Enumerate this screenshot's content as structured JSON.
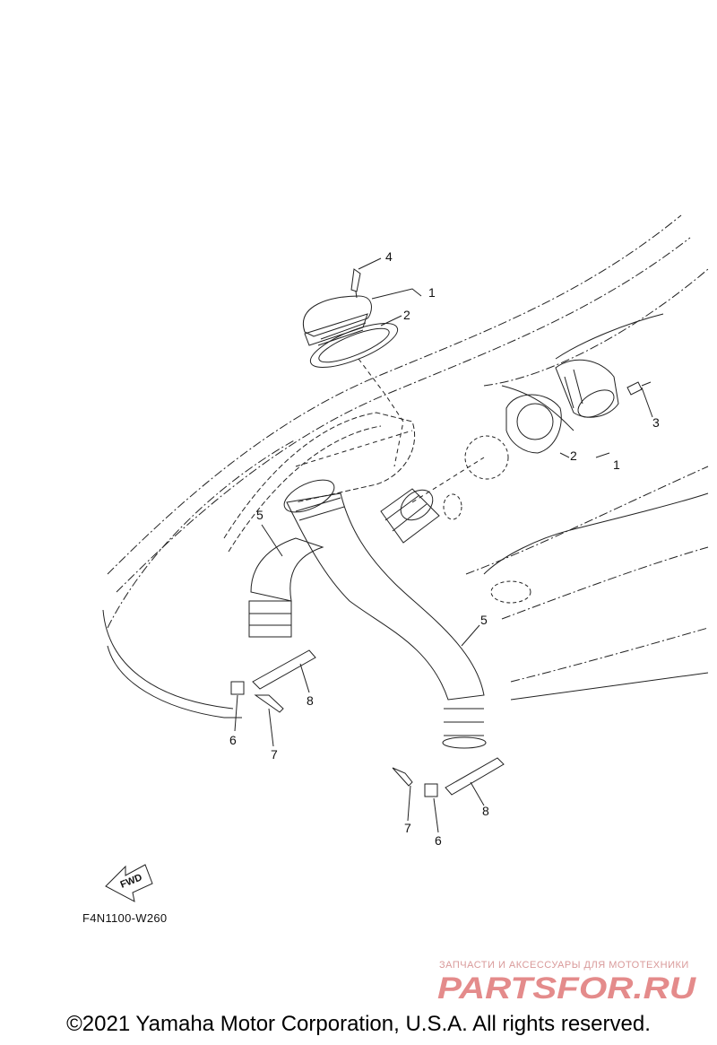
{
  "callouts": {
    "c1a": "1",
    "c2a": "2",
    "c4": "4",
    "c1b": "1",
    "c2b": "2",
    "c3": "3",
    "c5a": "5",
    "c5b": "5",
    "c6a": "6",
    "c7a": "7",
    "c8a": "8",
    "c6b": "6",
    "c7b": "7",
    "c8b": "8"
  },
  "fwd_label": "FWD",
  "diagram_code": "F4N1100-W260",
  "watermark": {
    "tagline": "ЗАПЧАСТИ И АКСЕССУАРЫ ДЛЯ МОТОТЕХНИКИ",
    "logo": "PARTSFOR.RU"
  },
  "copyright": "©2021 Yamaha Motor Corporation, U.S.A. All rights reserved.",
  "colors": {
    "line": "#111111",
    "watermark": "#e48b8b"
  }
}
